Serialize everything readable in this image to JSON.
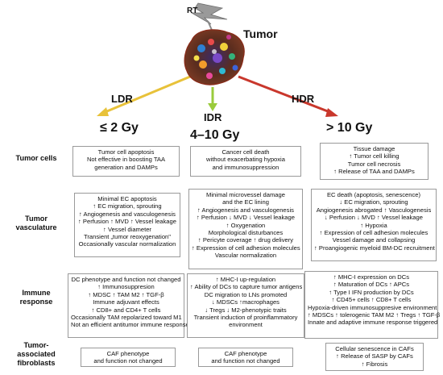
{
  "rt_label": "RT",
  "tumor_label": "Tumor",
  "branches": {
    "ldr": {
      "label": "LDR",
      "dose": "≤ 2 Gy",
      "color": "#e8c23a"
    },
    "idr": {
      "label": "IDR",
      "dose": "4–10 Gy",
      "color": "#9acb3c"
    },
    "hdr": {
      "label": "HDR",
      "dose": "> 10 Gy",
      "color": "#c9372c"
    }
  },
  "rows": {
    "tumor_cells": "Tumor cells",
    "vasculature": [
      "Tumor",
      "vasculature"
    ],
    "immune": [
      "Immune",
      "response"
    ],
    "fibroblasts": [
      "Tumor-",
      "associated",
      "fibroblasts"
    ]
  },
  "boxes": {
    "ldr_tumor": [
      "Tumor cell apoptosis",
      "Not effective in boosting TAA",
      "generation and DAMPs"
    ],
    "idr_tumor": [
      "Cancer cell death",
      "without exacerbating hypoxia",
      "and immunosuppression"
    ],
    "hdr_tumor": [
      "Tissue damage",
      "↑ Tumor cell killing",
      "Tumor cell necrosis",
      "↑ Release of TAA and DAMPs"
    ],
    "ldr_vasc": [
      "Minimal EC apoptosis",
      "↑ EC migration, sprouting",
      "↑ Angiogenesis and vasculogenesis",
      "↑ Perfusion  ↑ MVD  ↑ Vessel leakage",
      "↑ Vessel diameter",
      "Transient „tumor reoxygenation\"",
      "Occasionally vascular normalization"
    ],
    "idr_vasc": [
      "Minimal microvessel damage",
      "and the EC lining",
      "↑ Angiogenesis and vasculogenesis",
      "↑ Perfusion ↓ MVD ↓ Vessel leakage",
      "↑ Oxygenation",
      "Morphological disturbances",
      "↑ Pericyte coverage  ↑ drug delivery",
      "↑ Expression of cell adhesion molecules",
      "Vascular normalization"
    ],
    "hdr_vasc": [
      "EC death (apoptosis, senescence)",
      "↓ EC migration, sprouting",
      "Angiogenesis abrogated  ↑ Vasculogenesis",
      "↓ Perfusion  ↓ MVD  ↑ Vessel leakage",
      "↑ Hypoxia",
      "↑ Expression of cell adhesion molecules",
      "Vessel damage and collapsing",
      "↑ Proangiogenic myeloid BM-DC recruitment"
    ],
    "ldr_immune": [
      "DC phenotype and function not changed",
      "↑ Immunosuppresion",
      "↑ MDSC  ↑ TAM M2  ↑ TGF-β",
      "Immune adjuvant effects",
      "↑ CD8+ and CD4+ T cells",
      "Occasionally TAM repolarized toward M1",
      "Not an efficient antitumor immune response"
    ],
    "idr_immune": [
      "↑ MHC-I up-regulation",
      "↑ Ability of DCs to capture tumor antigens",
      "DC migration to LNs promoted",
      "↓ MDSCs  ↑macrophages",
      "↓ Tregs ↓ M2-phenotypic traits",
      "Transient induction of proinflammatory",
      "environment"
    ],
    "hdr_immune": [
      "↑ MHC-I expression on DCs",
      "↑ Maturation of DCs  ↑ APCs",
      "↑ Type I IFN production by DCs",
      "↑ CD45+ cells  ↑ CD8+ T cells",
      "Hypoxia-driven immunosuppresive environment",
      "↑ MDSCs ↑ tolerogenic TAM M2  ↑ Tregs  ↑ TGF-β",
      "Innate and adaptive immune response triggered"
    ],
    "ldr_fib": [
      "CAF phenotype",
      "and function not changed"
    ],
    "idr_fib": [
      "CAF phenotype",
      "and function not changed"
    ],
    "hdr_fib": [
      "Cellular senescence in CAFs",
      "↑ Release of SASP by CAFs",
      "↑ Fibrosis"
    ]
  }
}
